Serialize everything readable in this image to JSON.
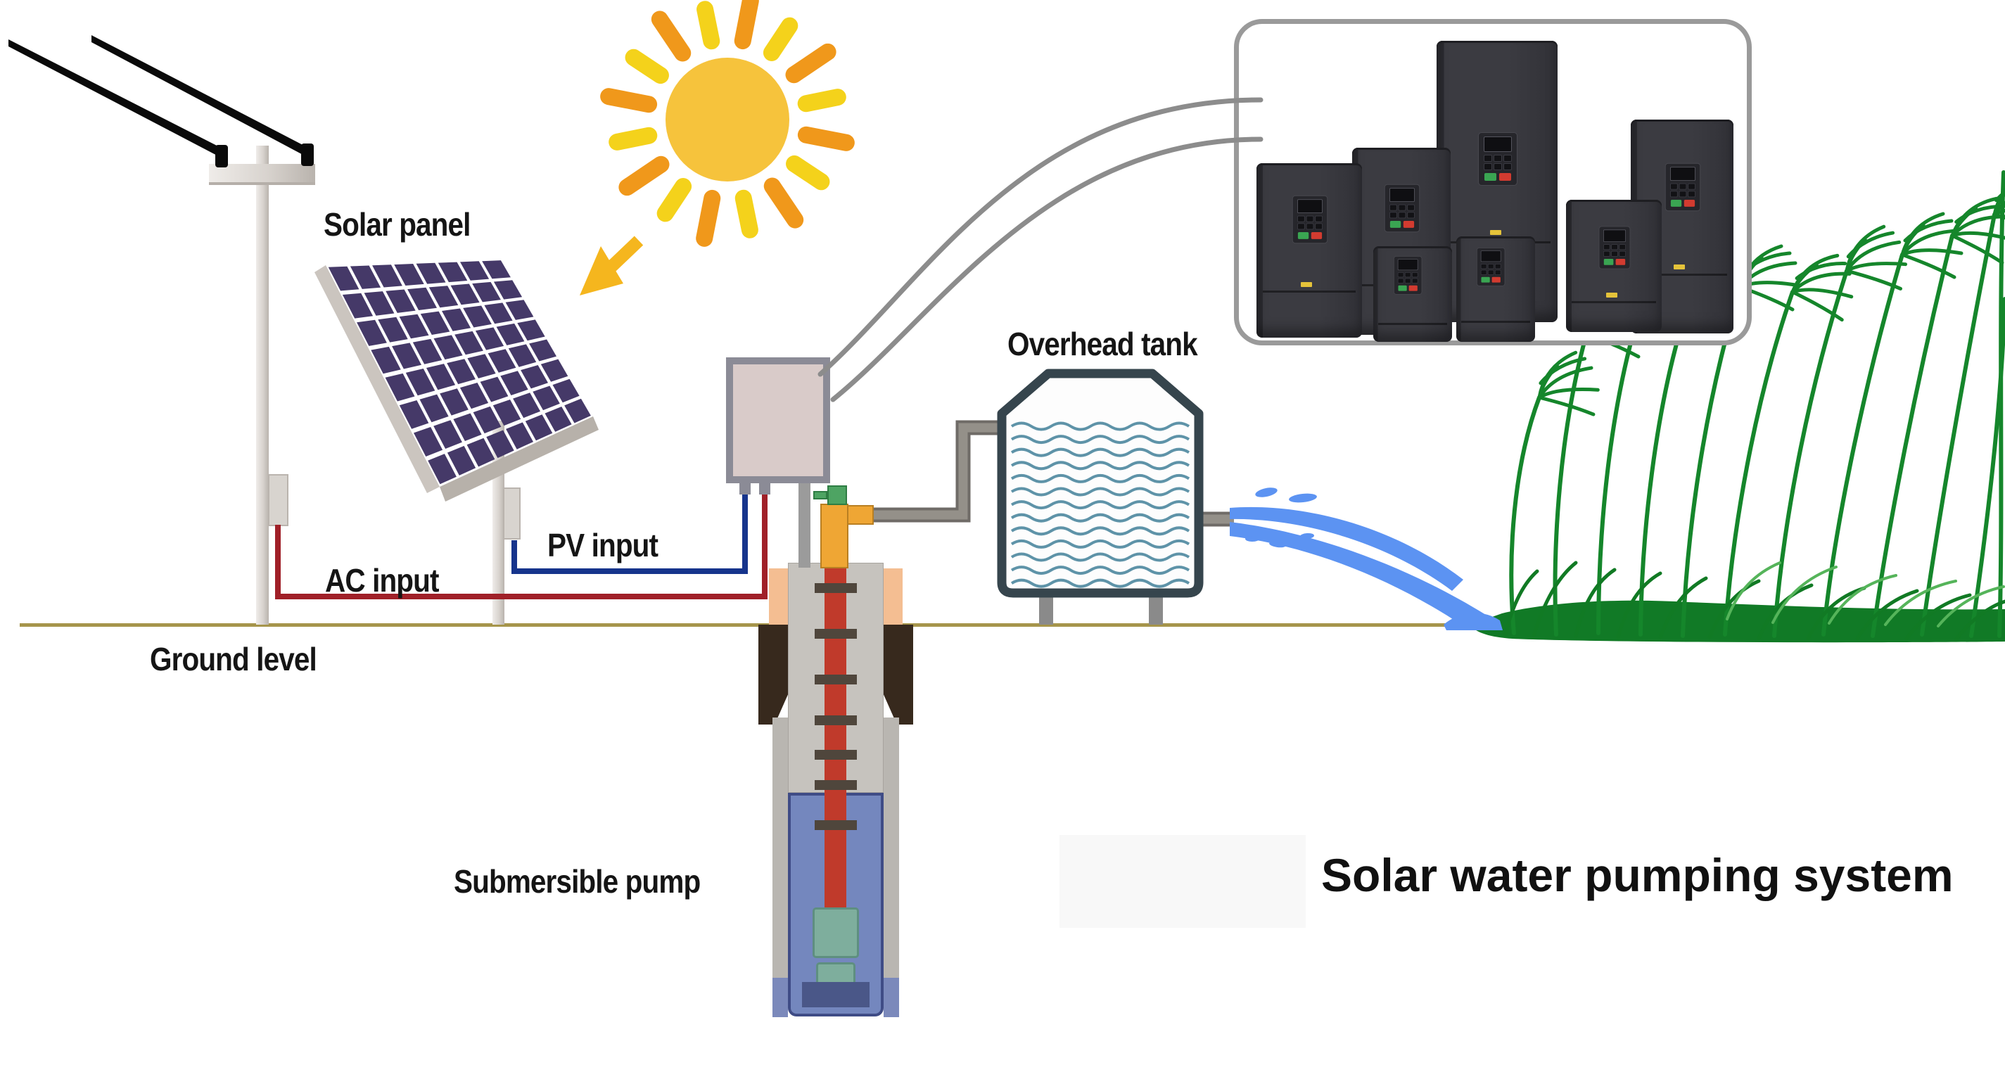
{
  "title": "Solar water pumping system",
  "labels": {
    "solar_panel": "Solar panel",
    "ac_input": "AC input",
    "pv_input": "PV input",
    "ground_level": "Ground level",
    "overhead_tank": "Overhead tank",
    "submersible_pump": "Submersible pump"
  },
  "inset": {
    "vfd_unit_count": 7
  },
  "sun": {
    "ray_count": 16
  },
  "colors": {
    "sun_body": "#f6c33c",
    "ray_yellow": "#f4d21b",
    "ray_orange": "#f0981b",
    "arrow": "#f5b61e",
    "panel_cell": "#453968",
    "panel_frame": "#cbc5bf",
    "wire_black": "#0a0a0a",
    "ac_wire": "#a02028",
    "pv_wire": "#16348c",
    "controller_fill": "#d9cbc9",
    "controller_border": "#8b8b96",
    "pipe_gray": "#949089",
    "pipe_edge": "#6f6b67",
    "tank_border": "#36454d",
    "water_wave": "#5e93a8",
    "spray_blue": "#5c93f2",
    "wellhead_yellow": "#efa634",
    "fitting_green": "#4ea463",
    "drop_pipe_red": "#c03a2b",
    "well_blue": "#7487be",
    "pump_teal": "#7eae9d",
    "ground_tan": "#a6954b",
    "soil_dark": "#37291d",
    "grass_green": "#15862b",
    "inset_border": "#9a9a9a",
    "vfd_body": "#36363b"
  }
}
